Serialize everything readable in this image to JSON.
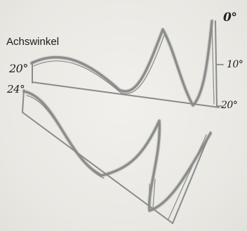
{
  "diagram": {
    "title": "Achswinkel",
    "labels": {
      "zero": "0°",
      "twenty_left": "20°",
      "twentyfour_left": "24°",
      "ten_right": "10°",
      "twenty_right": "20°"
    },
    "colors": {
      "background": "#ecebe7",
      "stroke": "#8c8c8c",
      "text": "#222222"
    }
  }
}
